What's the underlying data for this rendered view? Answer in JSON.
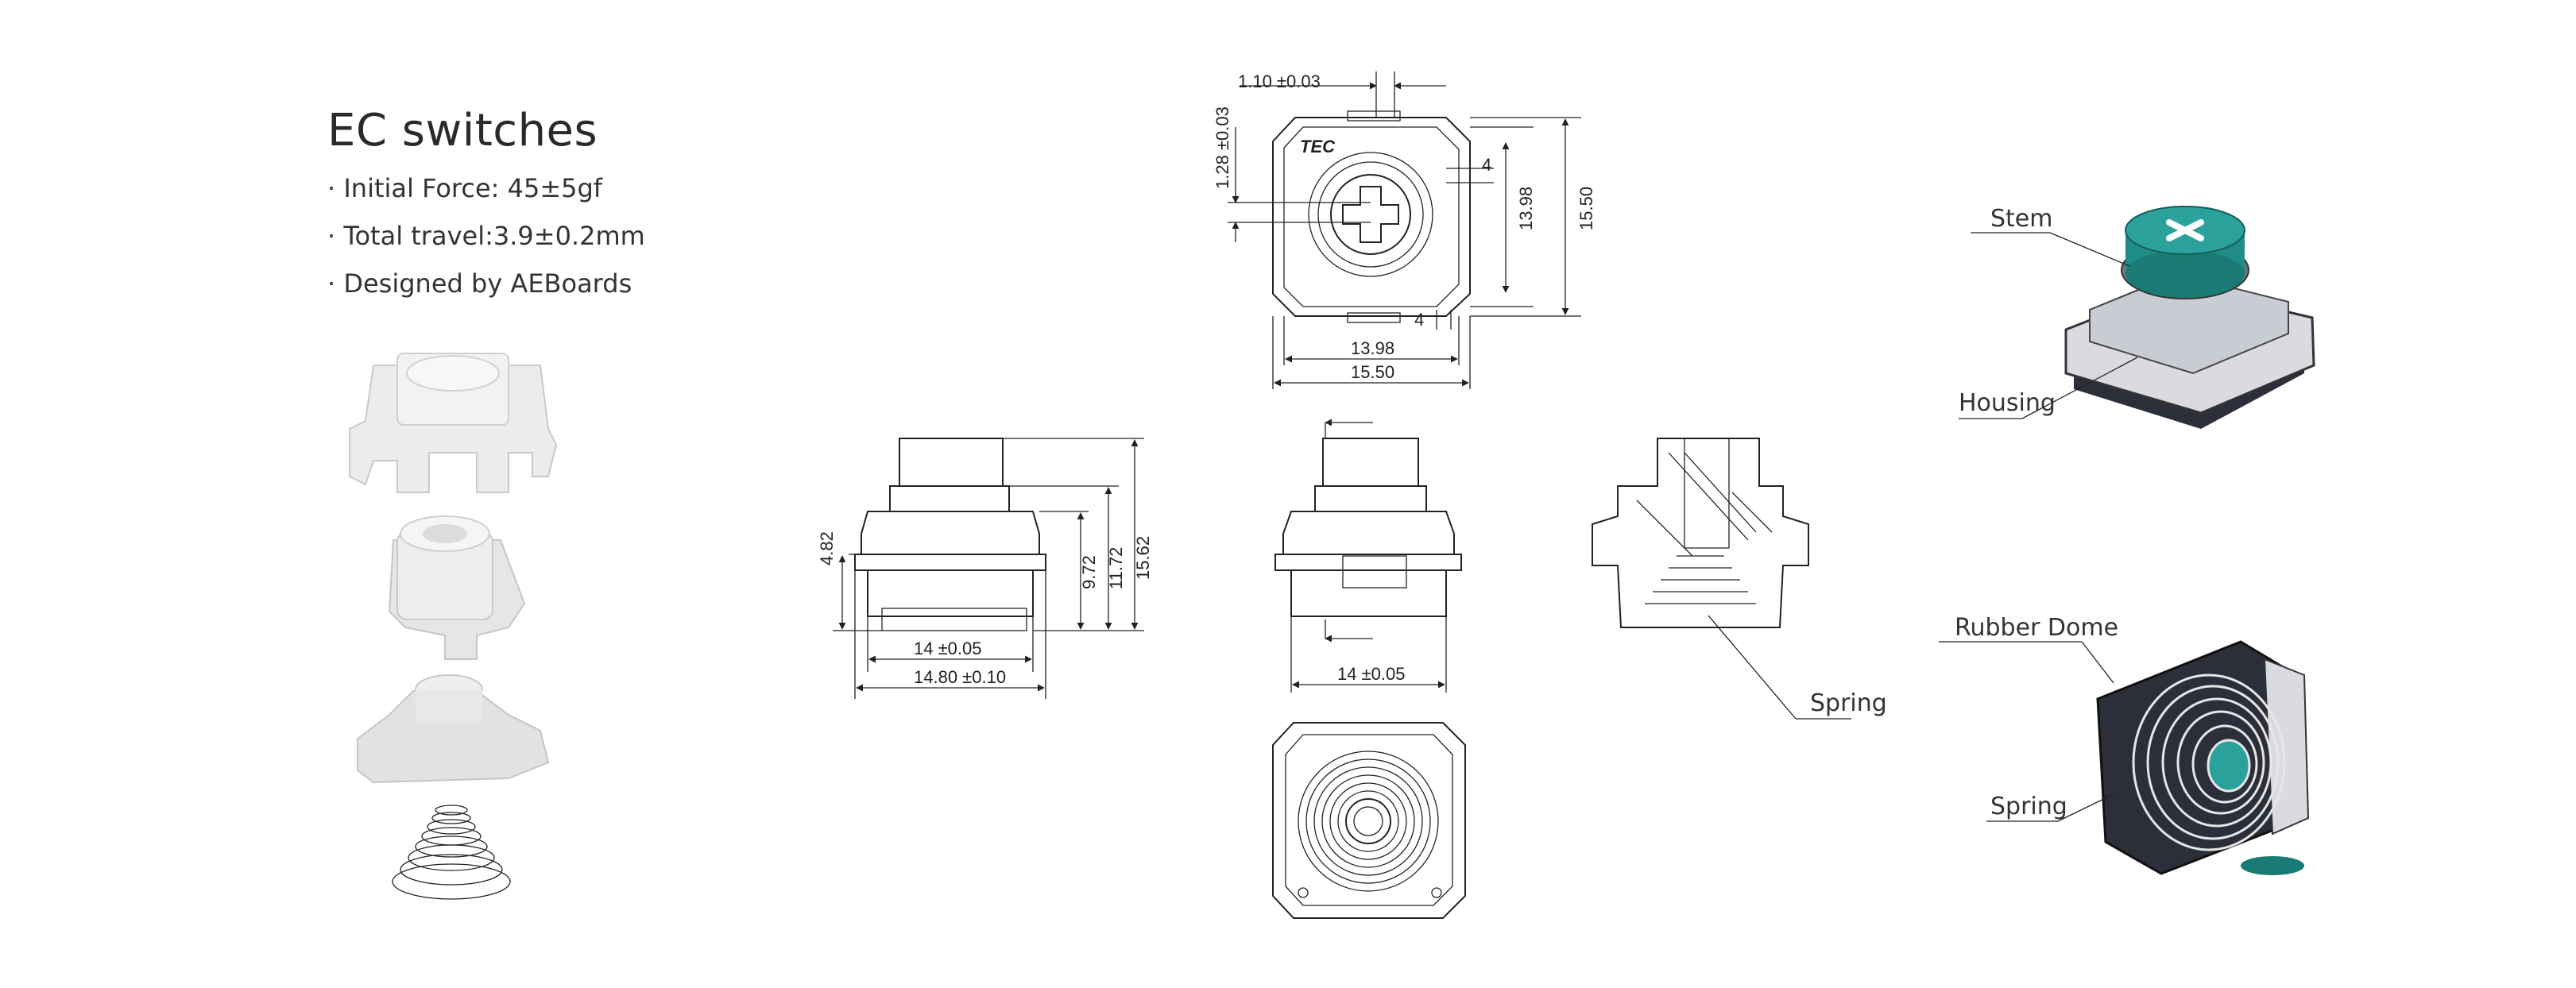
{
  "header": {
    "title": "EC switches",
    "specs": [
      "· Initial Force: 45±5gf",
      "· Total travel:3.9±0.2mm",
      "· Designed by AEBoards"
    ]
  },
  "top_view": {
    "dims": {
      "d1": "1.10 ±0.03",
      "d2": "1.28 ±0.03",
      "d3": "4",
      "d4": "13.98",
      "d5": "15.50",
      "d6": "4",
      "d7": "13.98",
      "d8": "15.50"
    },
    "logo": "TEC"
  },
  "side_view": {
    "dims": {
      "h1": "4.82",
      "h2": "9.72",
      "h3": "11.72",
      "h4": "15.62",
      "w1": "14 ±0.05",
      "w2": "14.80 ±0.10"
    }
  },
  "front_view": {
    "dims": {
      "w1": "14 ±0.05"
    }
  },
  "callouts": {
    "stem": "Stem",
    "housing": "Housing",
    "spring_section": "Spring",
    "rubber_dome": "Rubber Dome",
    "spring_bottom": "Spring"
  },
  "colors": {
    "stem_teal": "#1f8c86",
    "housing_gray": "#d9dbe0",
    "housing_dark": "#2c2f3a",
    "exploded_gray": "#e6e6e6"
  }
}
